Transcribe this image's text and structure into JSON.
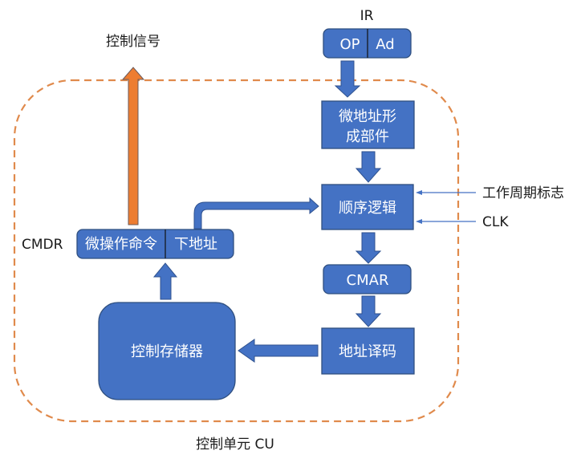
{
  "diagram": {
    "title": "控制单元 CU",
    "colors": {
      "block_fill": "#4472C4",
      "block_stroke": "#2F4F7F",
      "signal_arrow": "#ED7D31",
      "boundary_dash": "#ED7D31",
      "text_dark": "#1a1a1a",
      "text_light": "#ffffff"
    },
    "ir": {
      "label": "IR",
      "fields": [
        "OP",
        "Ad"
      ]
    },
    "blocks": {
      "addr_former": [
        "微地址形",
        "成部件"
      ],
      "sequencer": "顺序逻辑",
      "cmar": "CMAR",
      "decoder": "地址译码",
      "control_store": "控制存储器"
    },
    "cmdr": {
      "label": "CMDR",
      "fields": [
        "微操作命令",
        "下地址"
      ]
    },
    "inputs": {
      "cycle_flag": "工作周期标志",
      "clock": "CLK"
    },
    "output_signal": "控制信号"
  }
}
